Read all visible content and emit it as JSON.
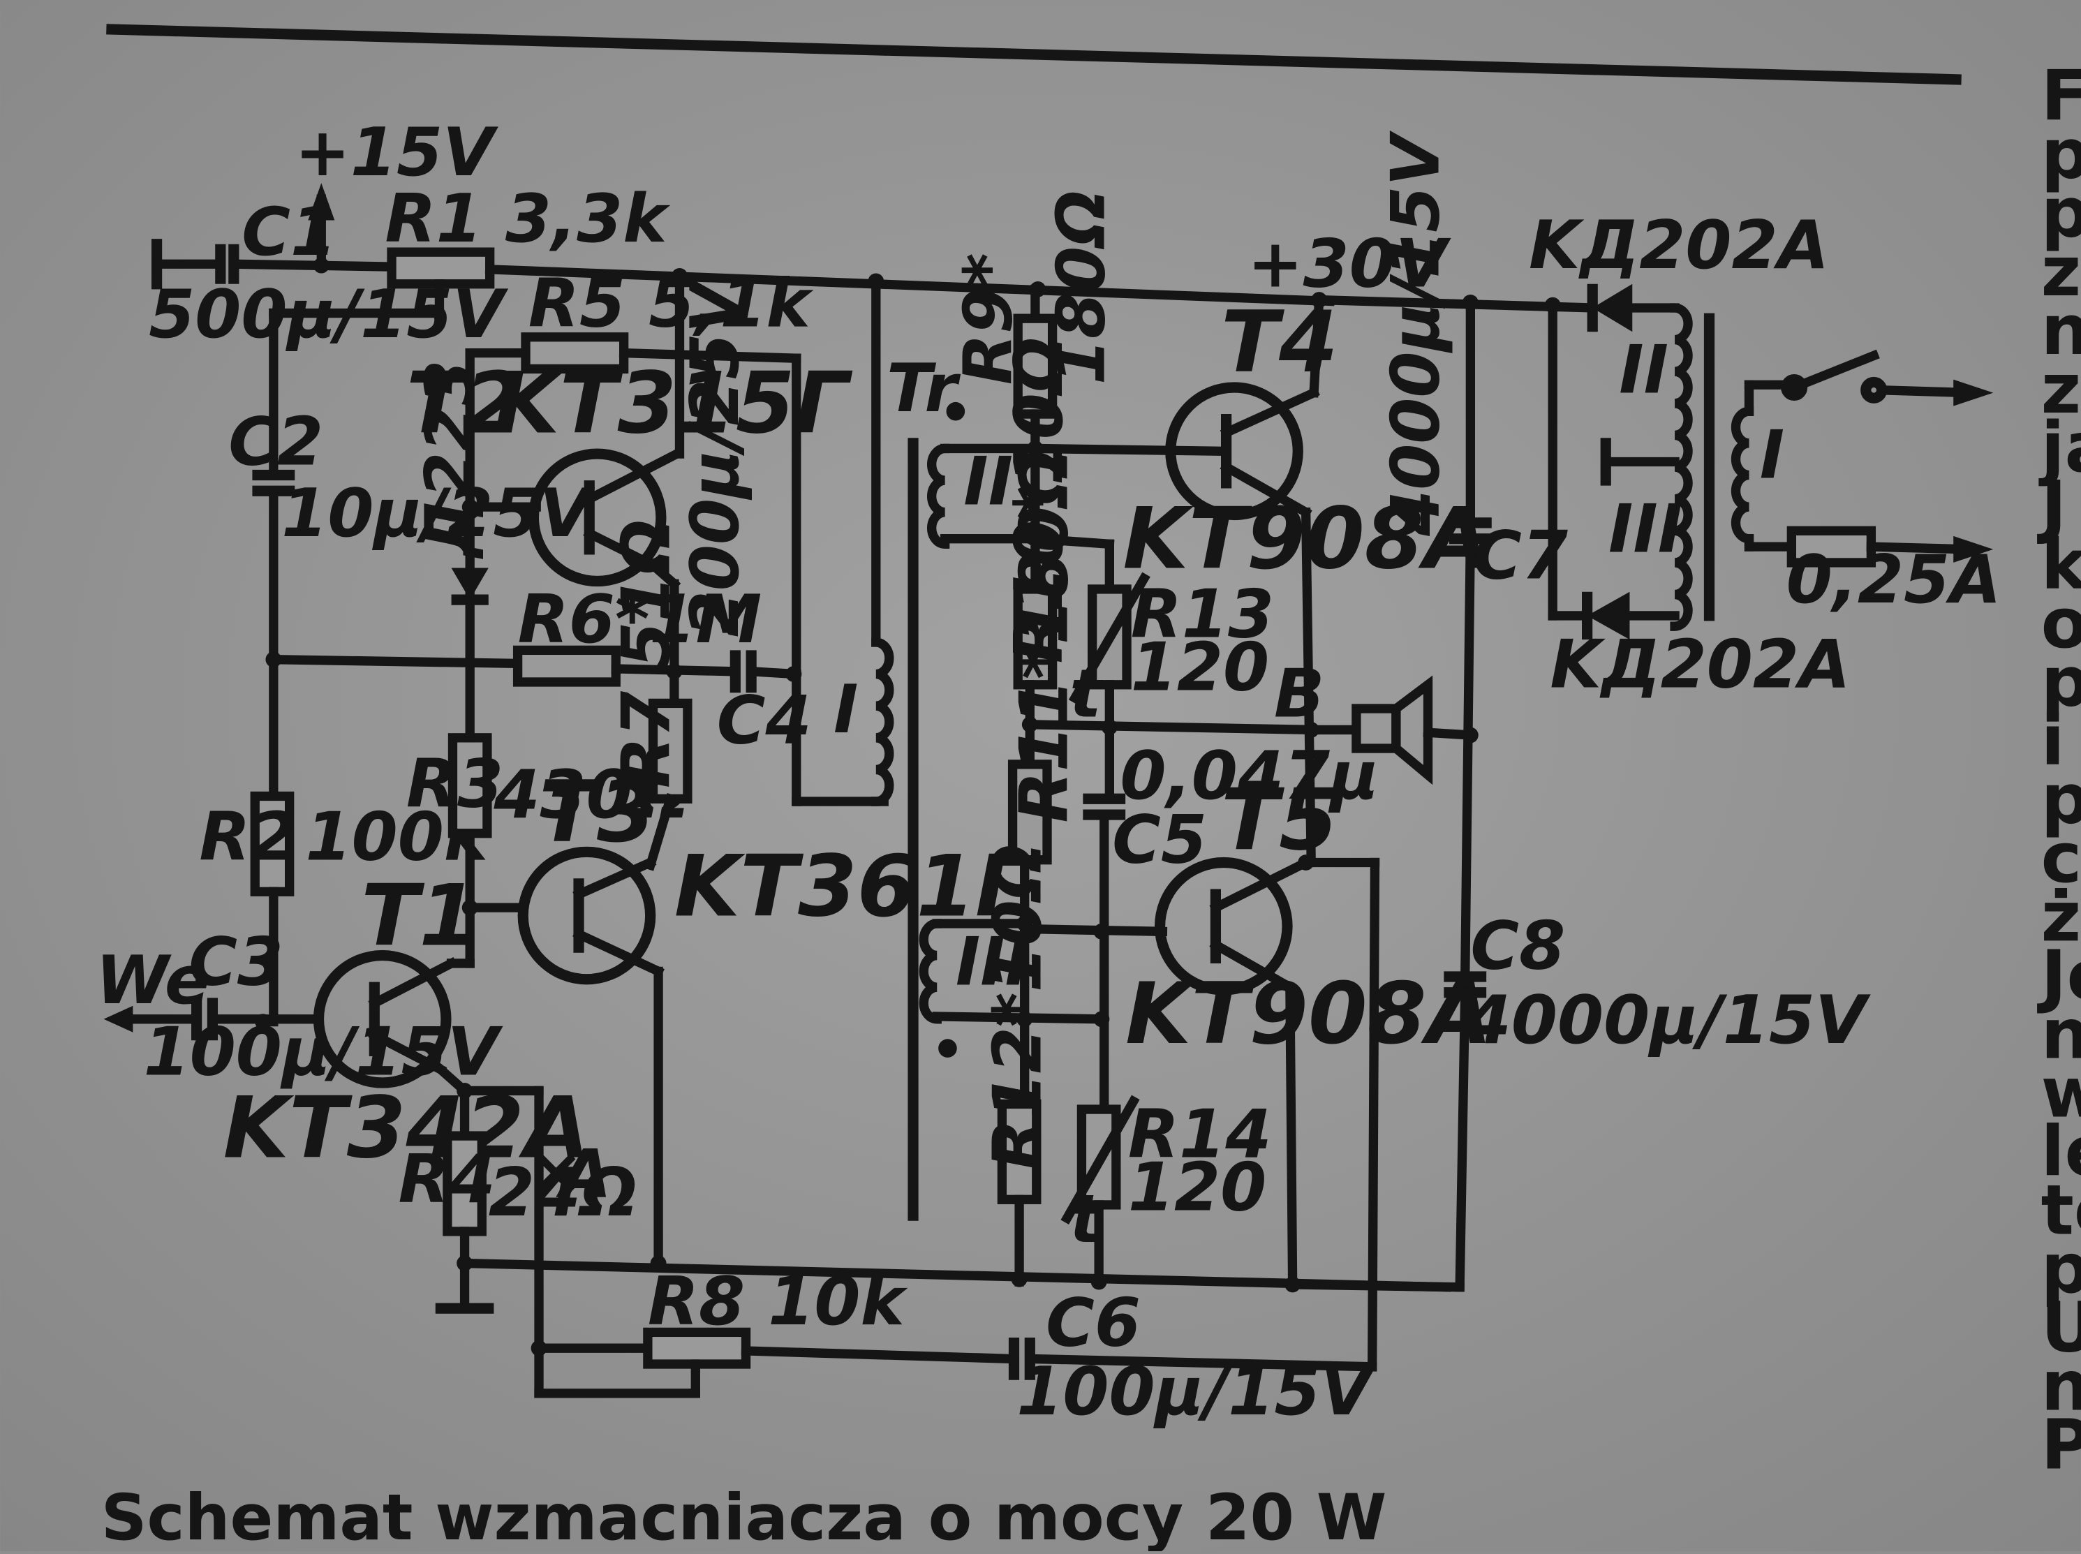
{
  "caption": "Schemat wzmacniacza o mocy 20 W",
  "supply": {
    "v15": "+15V",
    "v30": "+30V"
  },
  "input_label": "We",
  "components": {
    "C1": {
      "name": "C1",
      "value": "500µ/15V"
    },
    "C2": {
      "name": "C2",
      "value": "10µ/25V"
    },
    "C3": {
      "name": "C3",
      "value": "100µ/15V"
    },
    "C4": {
      "name": "C4",
      "value": "200µ/25V"
    },
    "C5": {
      "name": "C5",
      "value": "0,047µ"
    },
    "C6": {
      "name": "C6",
      "value": "100µ/15V"
    },
    "C7": {
      "name": "C7",
      "value": "4000µ/15V"
    },
    "C8": {
      "name": "C8",
      "value": "4000µ/15V"
    },
    "R1": {
      "label": "R1 3,3k"
    },
    "R2": {
      "name": "R2",
      "value": "100k"
    },
    "R3": {
      "name": "R3",
      "value": "430Ω"
    },
    "R4": {
      "name": "R4",
      "value": "24Ω"
    },
    "R5": {
      "label": "R5 5,1k"
    },
    "R6": {
      "label": "R6*1M"
    },
    "R7": {
      "label": "R7 51Ω"
    },
    "R8": {
      "label": "R8 10k"
    },
    "R9": {
      "name": "R9*",
      "value": "180Ω"
    },
    "R10": {
      "label": "R10*10Ω"
    },
    "R11": {
      "label": "R11*180Ω"
    },
    "R12": {
      "label": "R12*10Ω"
    },
    "R13": {
      "name": "R13",
      "value": "120"
    },
    "R14": {
      "name": "R14",
      "value": "120"
    },
    "D": {
      "name": "Д223"
    },
    "T1": {
      "name": "T1",
      "type": "KT342A"
    },
    "T2": {
      "name": "T2",
      "type": "KT315Г"
    },
    "T3": {
      "name": "T3",
      "type": "KT361Г"
    },
    "T4": {
      "name": "T4",
      "type": "KT908A"
    },
    "T5": {
      "name": "T5",
      "type": "KT908A"
    },
    "Tr": {
      "name": "Tr",
      "w1": "I",
      "w2": "II",
      "w3": "III"
    },
    "KD1": {
      "name": "KД202A"
    },
    "KD2": {
      "name": "KД202A"
    },
    "fuse": {
      "value": "0,25A"
    },
    "mains": {
      "w1": "I",
      "w2": "II",
      "w3": "III"
    }
  },
  "nodes": {
    "A": "A",
    "B": "B",
    "t1": "t",
    "t2": "t"
  },
  "side_text": [
    "F",
    "p",
    "p",
    "z",
    "n",
    "z",
    "ja",
    "J",
    "k",
    "o",
    "p",
    "i s",
    "p",
    "cz",
    "żo",
    "Je",
    "nu",
    "w",
    "le",
    "to",
    "po",
    "Uj",
    "na",
    "Pr"
  ]
}
